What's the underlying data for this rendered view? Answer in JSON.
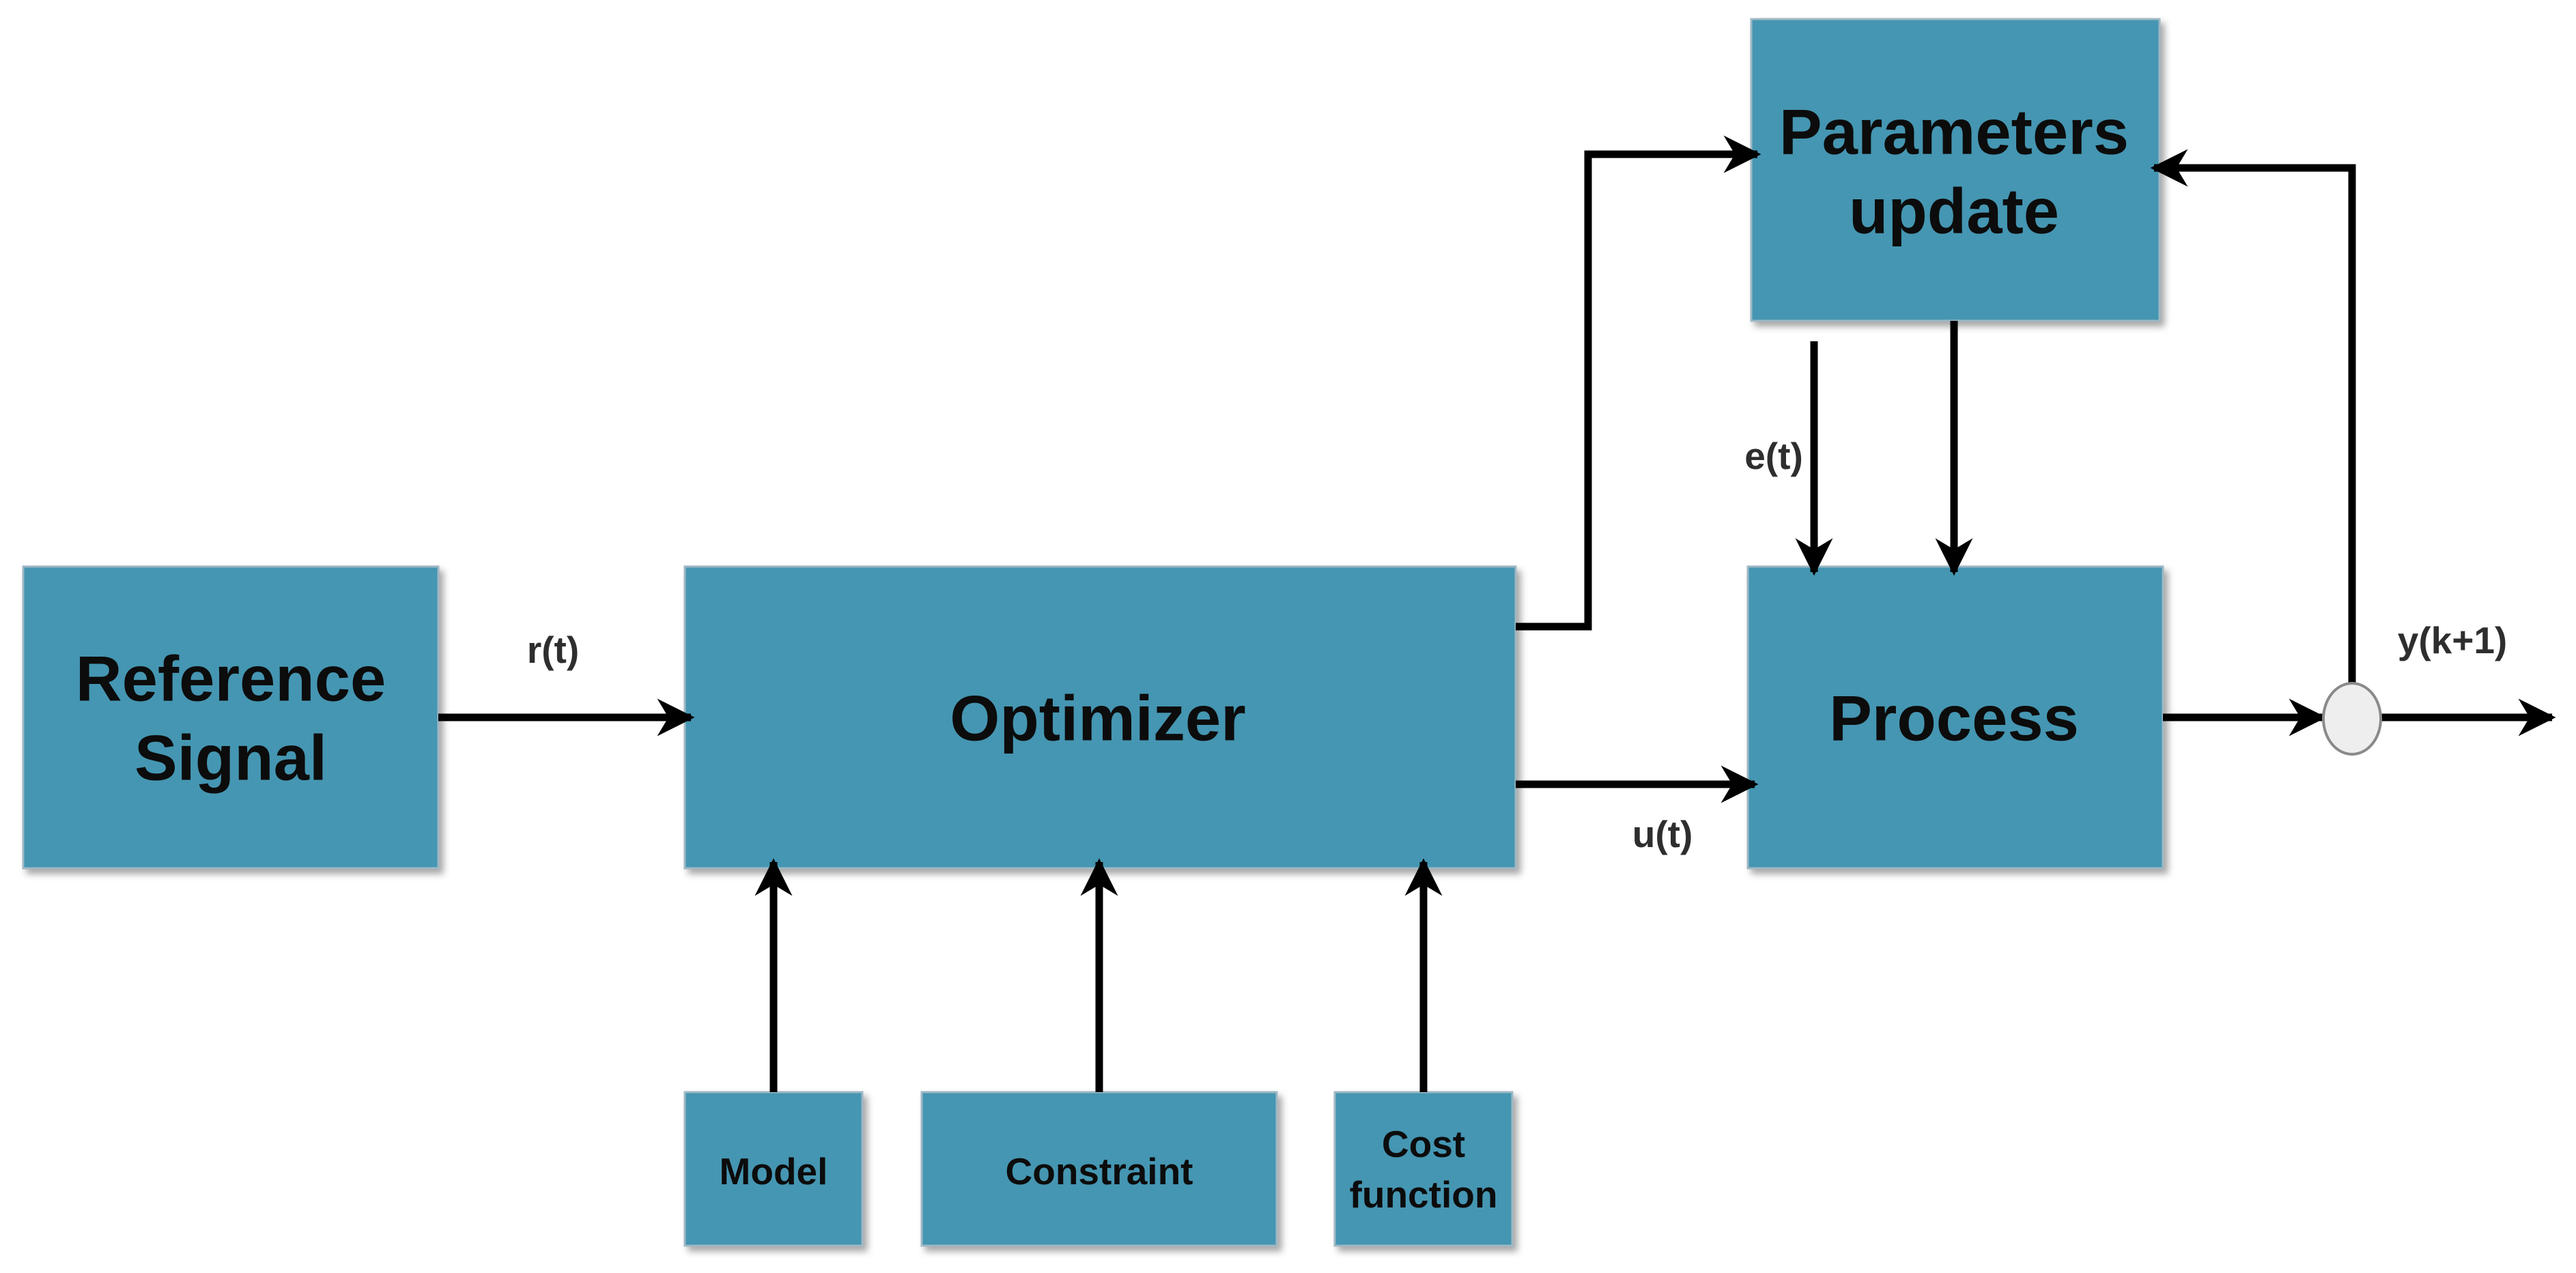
{
  "blocks": {
    "reference": [
      "Reference",
      "Signal"
    ],
    "optimizer": "Optimizer",
    "parameters": [
      "Parameters",
      "update"
    ],
    "process": "Process",
    "model": "Model",
    "constraint": "Constraint",
    "cost": [
      "Cost",
      "function"
    ]
  },
  "signals": {
    "r": "r(t)",
    "u": "u(t)",
    "e": "e(t)",
    "y": "y(k+1)"
  },
  "colors": {
    "block_fill": "#4496b2",
    "arrow": "#000000"
  }
}
